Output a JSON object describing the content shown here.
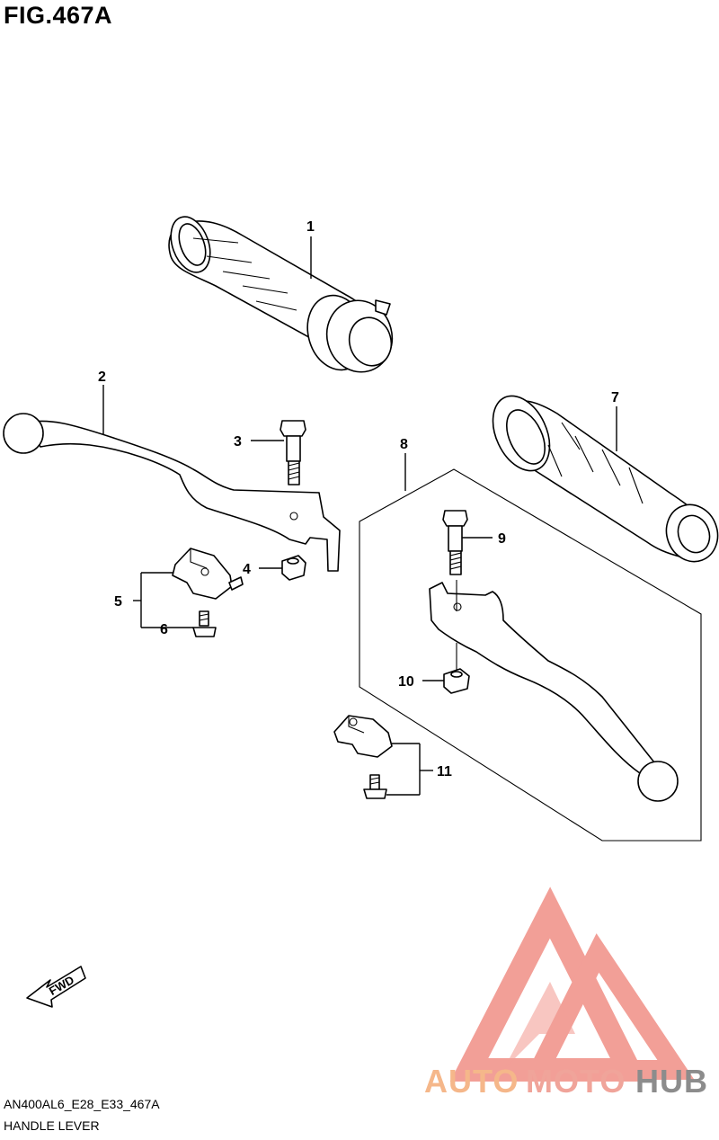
{
  "figure": {
    "title": "FIG.467A"
  },
  "footer": {
    "model_code": "AN400AL6_E28_E33_467A",
    "section_name": "HANDLE LEVER"
  },
  "callouts": [
    "1",
    "2",
    "3",
    "4",
    "5",
    "6",
    "7",
    "8",
    "9",
    "10",
    "11"
  ],
  "fwd_label": "FWD",
  "watermark": {
    "text_auto": "AUTO",
    "text_moto": "MOTO",
    "text_hub": "HUB",
    "colors": {
      "auto": "#f5b78a",
      "moto": "#f0a49a",
      "hub": "#8c8c8c",
      "logo": "#f08f86"
    }
  }
}
